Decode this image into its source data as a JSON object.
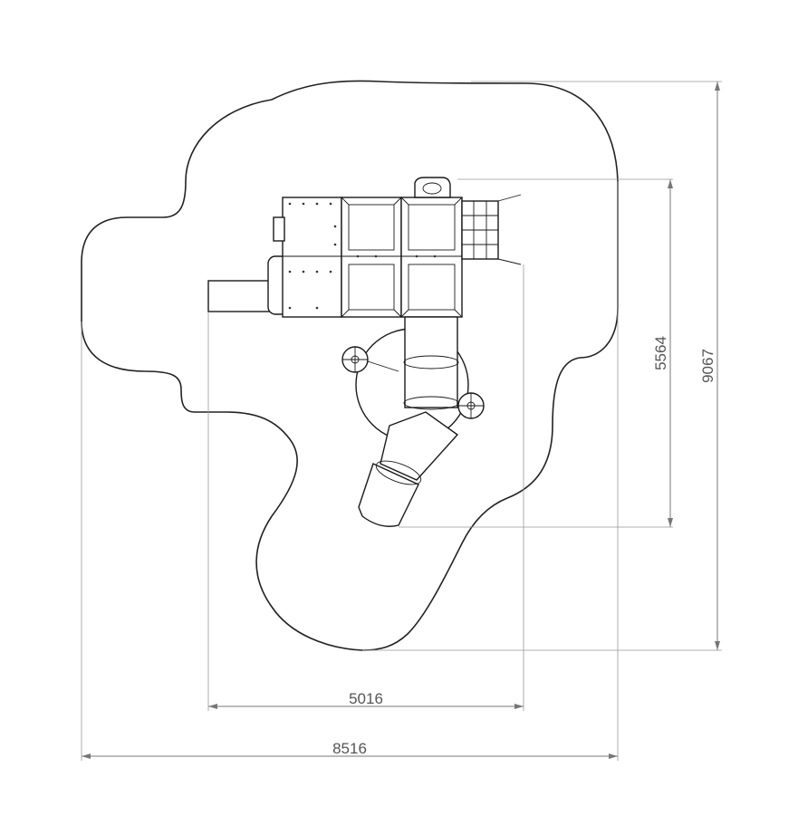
{
  "drawing": {
    "type": "playground equipment plan view with safety zone",
    "dimensions": {
      "overall_width": "8516",
      "equipment_width": "5016",
      "overall_height": "9067",
      "equipment_height": "5564"
    },
    "colors": {
      "lines": "#222222",
      "dimension_lines": "#777777",
      "dimension_text": "#555555"
    }
  }
}
